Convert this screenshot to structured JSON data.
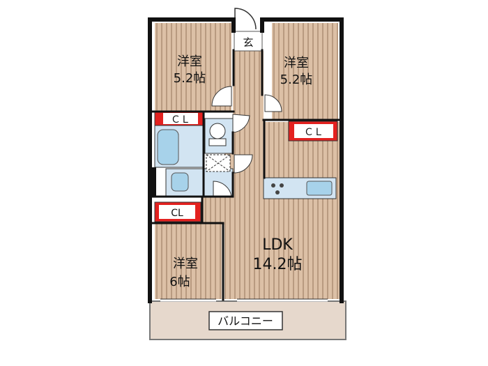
{
  "rooms": {
    "western_topleft": {
      "name": "洋室",
      "size": "5.2帖"
    },
    "western_topright": {
      "name": "洋室",
      "size": "5.2帖"
    },
    "western_bottom": {
      "name": "洋室",
      "size": "6帖"
    },
    "ldk": {
      "name": "LDK",
      "size": "14.2帖"
    }
  },
  "closets": {
    "left_upper": "ＣＬ",
    "right": "ＣＬ",
    "left_lower": "CL"
  },
  "entrance": "玄",
  "balcony": "バルコニー",
  "colors": {
    "wall": "#111111",
    "floor_wood": "#dcc0a6",
    "floor_stripe": "#b89a80",
    "balcony": "#e6d8cc",
    "closet_red": "#e3211f",
    "wet_area": "#d2e4f2",
    "fixture_blue": "#a7d2ea"
  }
}
